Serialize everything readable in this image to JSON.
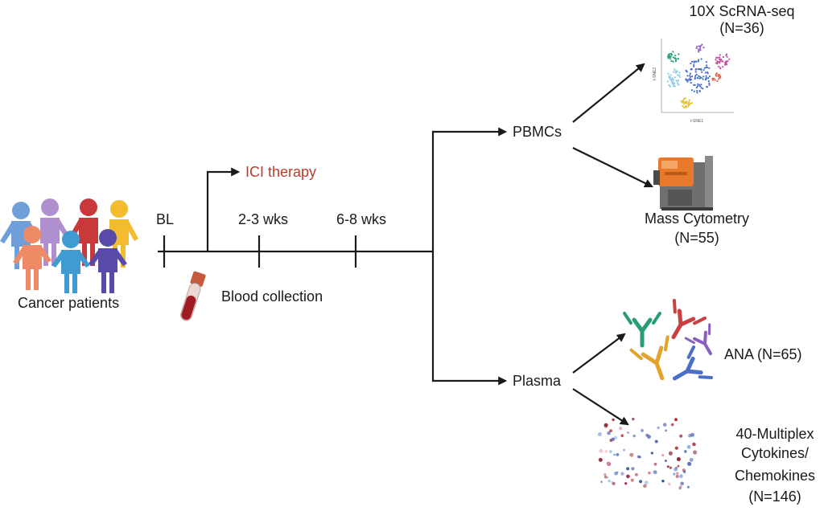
{
  "patients": {
    "label": "Cancer patients"
  },
  "timeline": {
    "baseline": "BL",
    "therapy": "ICI therapy",
    "week1": "2-3 wks",
    "week2": "6-8 wks",
    "blood": "Blood collection"
  },
  "pbmc": {
    "label": "PBMCs",
    "scrna_title": "10X ScRNA-seq",
    "scrna_n": "(N=36)",
    "mass_title": "Mass Cytometry",
    "mass_n": "(N=55)",
    "tsne_x": "t-SNE1",
    "tsne_y": "t-SNE2"
  },
  "plasma": {
    "label": "Plasma",
    "ana": "ANA (N=65)",
    "cyto_line1": "40-Multiplex",
    "cyto_line2": "Cytokines/",
    "cyto_line3": "Chemokines",
    "cyto_n": "(N=146)"
  },
  "colors": {
    "therapy_text": "#c0392b",
    "person_blue": "#6e9fd8",
    "person_purple": "#b08fcf",
    "person_red": "#c9383a",
    "person_yellow": "#f2bc2e",
    "person_salmon": "#ee8a66",
    "person_teal": "#3f9bd1",
    "person_indigo": "#5a4aa8",
    "machine_orange": "#e8782a",
    "machine_gray": "#7d7d7d"
  }
}
